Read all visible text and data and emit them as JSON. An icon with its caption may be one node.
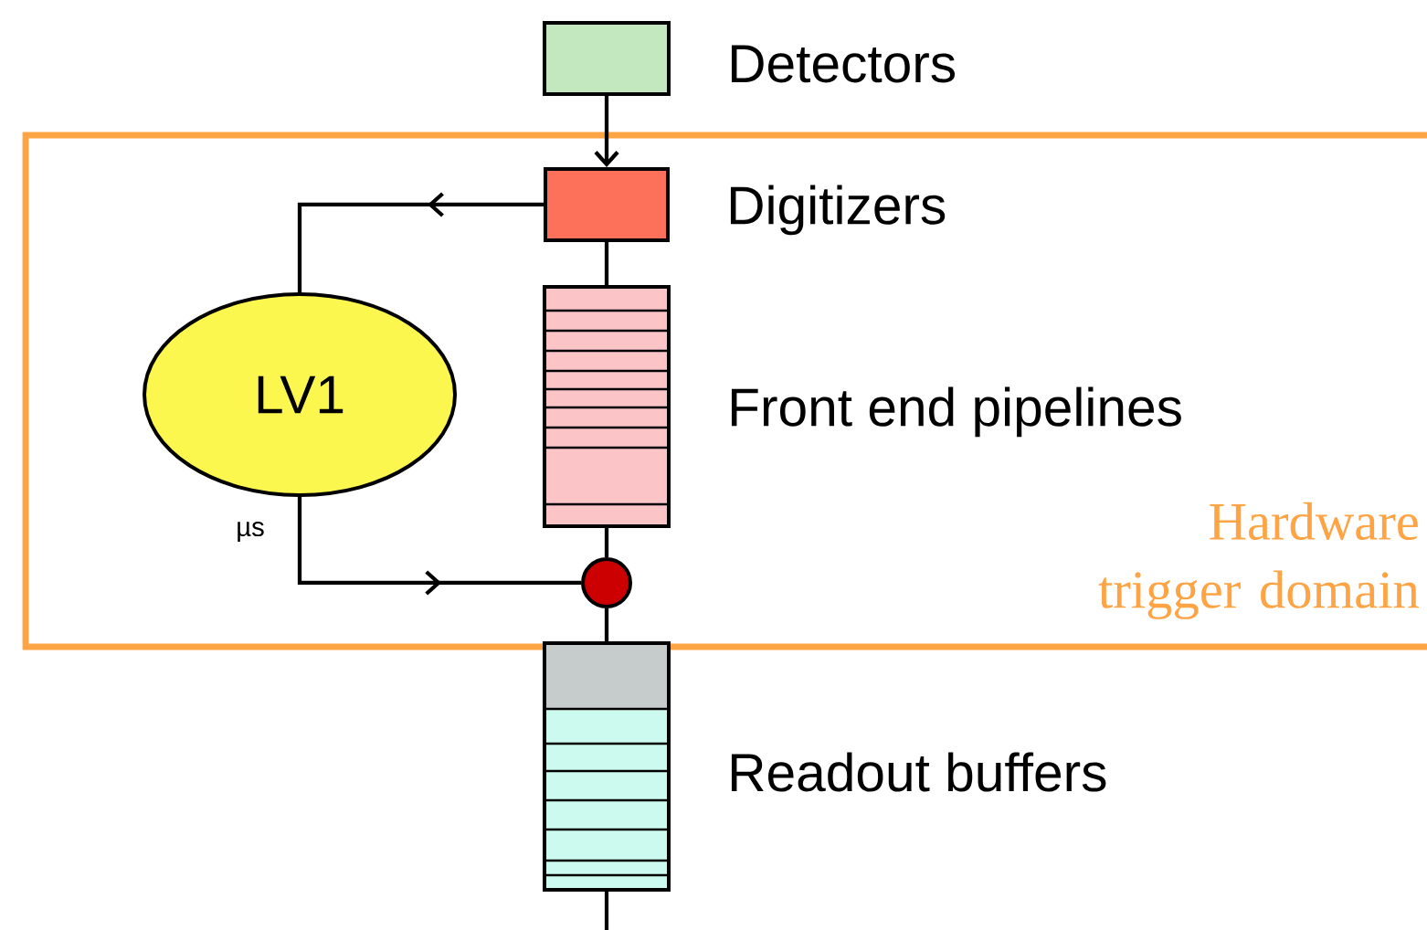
{
  "diagram": {
    "nodes": [
      {
        "text": [
          "Hardware trigger domain"
        ]
      },
      {
        "text": [],
        "shape": "box",
        "beside": [
          "Detectors"
        ]
      },
      {
        "text": [],
        "shape": "box",
        "beside": [
          "Digitizers"
        ],
        "in": 0
      },
      {
        "text": [],
        "shape": "box",
        "beside": [
          "Front end pipelines"
        ],
        "in": 0
      },
      {
        "text": [
          "LV1"
        ],
        "in": 0
      },
      {
        "text": [],
        "shape": "circle",
        "in": 0
      },
      {
        "text": [],
        "shape": "box",
        "beside": [
          "Readout buffers"
        ]
      }
    ],
    "edges": [
      {
        "from": 1,
        "to": 2,
        "arrow": "to"
      },
      {
        "from": 2,
        "to": 3,
        "arrow": "none"
      },
      {
        "from": 3,
        "to": 5,
        "arrow": "none"
      },
      {
        "from": 5,
        "to": 6,
        "arrow": "none"
      },
      {
        "from": 2,
        "to": 4,
        "arrow": "to"
      },
      {
        "from": 4,
        "to": 5,
        "arrow": "to",
        "label": "µs"
      },
      {
        "from": 6,
        "to": null,
        "arrow": "none"
      }
    ]
  }
}
